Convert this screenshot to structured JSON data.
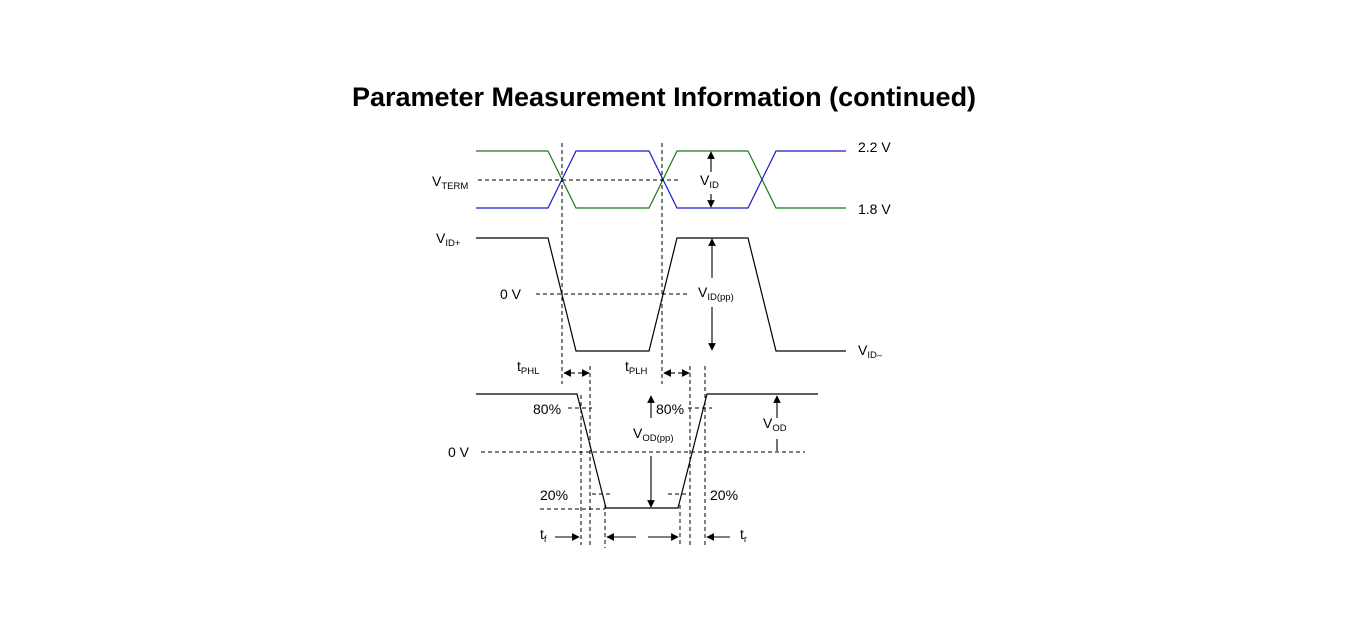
{
  "title": "Parameter Measurement Information (continued)",
  "colors": {
    "green": "#1a7a1a",
    "blue": "#1a1ac8",
    "black": "#000000"
  },
  "labels": {
    "vterm": {
      "main": "V",
      "sub": "TERM"
    },
    "vid": {
      "main": "V",
      "sub": "ID"
    },
    "v22": "2.2 V",
    "v18": "1.8 V",
    "vid_plus": {
      "main": "V",
      "sub": "ID+"
    },
    "zero_v_mid": "0 V",
    "vid_pp": {
      "main": "V",
      "sub": "ID(pp)"
    },
    "vid_minus": {
      "main": "V",
      "sub": "ID–"
    },
    "tphl": {
      "main": "t",
      "sub": "PHL"
    },
    "tplh": {
      "main": "t",
      "sub": "PLH"
    },
    "p80_left": "80%",
    "p80_right": "80%",
    "vod_pp": {
      "main": "V",
      "sub": "OD(pp)"
    },
    "vod": {
      "main": "V",
      "sub": "OD"
    },
    "zero_v_bottom": "0 V",
    "p20_left": "20%",
    "p20_right": "20%",
    "tf": {
      "main": "t",
      "sub": "f"
    },
    "tr": {
      "main": "t",
      "sub": "r"
    }
  }
}
